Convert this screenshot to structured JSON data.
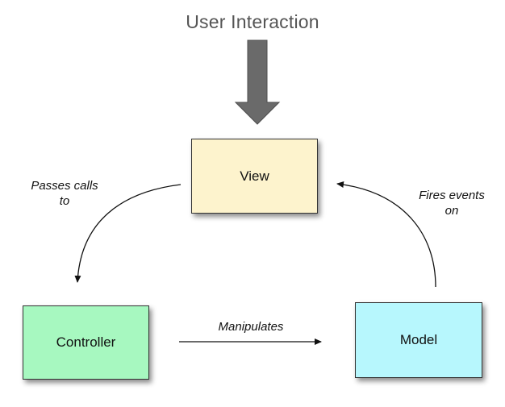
{
  "title": "User Interaction",
  "colors": {
    "view": "#fdf3cd",
    "controller": "#a7f8c0",
    "model": "#b7f7fd",
    "input_arrow": "#6a6a6a",
    "edge": "#111111"
  },
  "nodes": {
    "view": {
      "label": "View"
    },
    "controller": {
      "label": "Controller"
    },
    "model": {
      "label": "Model"
    }
  },
  "edges": {
    "view_to_controller": {
      "line1": "Passes calls",
      "line2": "to"
    },
    "controller_to_model": {
      "label": "Manipulates"
    },
    "model_to_view": {
      "line1": "Fires events",
      "line2": "on"
    }
  }
}
